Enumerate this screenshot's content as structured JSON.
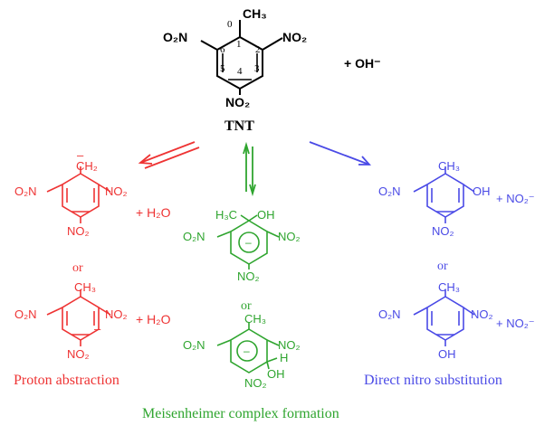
{
  "colors": {
    "black": "#000000",
    "red": "#ee3333",
    "green": "#2fa52f",
    "blue": "#4a4ae6"
  },
  "labels": {
    "o2n": "O₂N",
    "no2": "NO₂",
    "ch3": "CH₃",
    "ch2": "CH₂",
    "h3c": "H₃C",
    "oh": "OH",
    "h": "H",
    "minus": "–",
    "plus_oh": "+ OH⁻",
    "plus_h2o": "+ H₂O",
    "plus_no2": "+ NO₂⁻",
    "or": "or"
  },
  "tnt": {
    "name": "TNT",
    "positions": [
      "0",
      "1",
      "2",
      "3",
      "4",
      "5",
      "6"
    ]
  },
  "captions": {
    "left": "Proton abstraction",
    "right": "Direct nitro substitution",
    "bottom": "Meisenheimer complex formation"
  }
}
